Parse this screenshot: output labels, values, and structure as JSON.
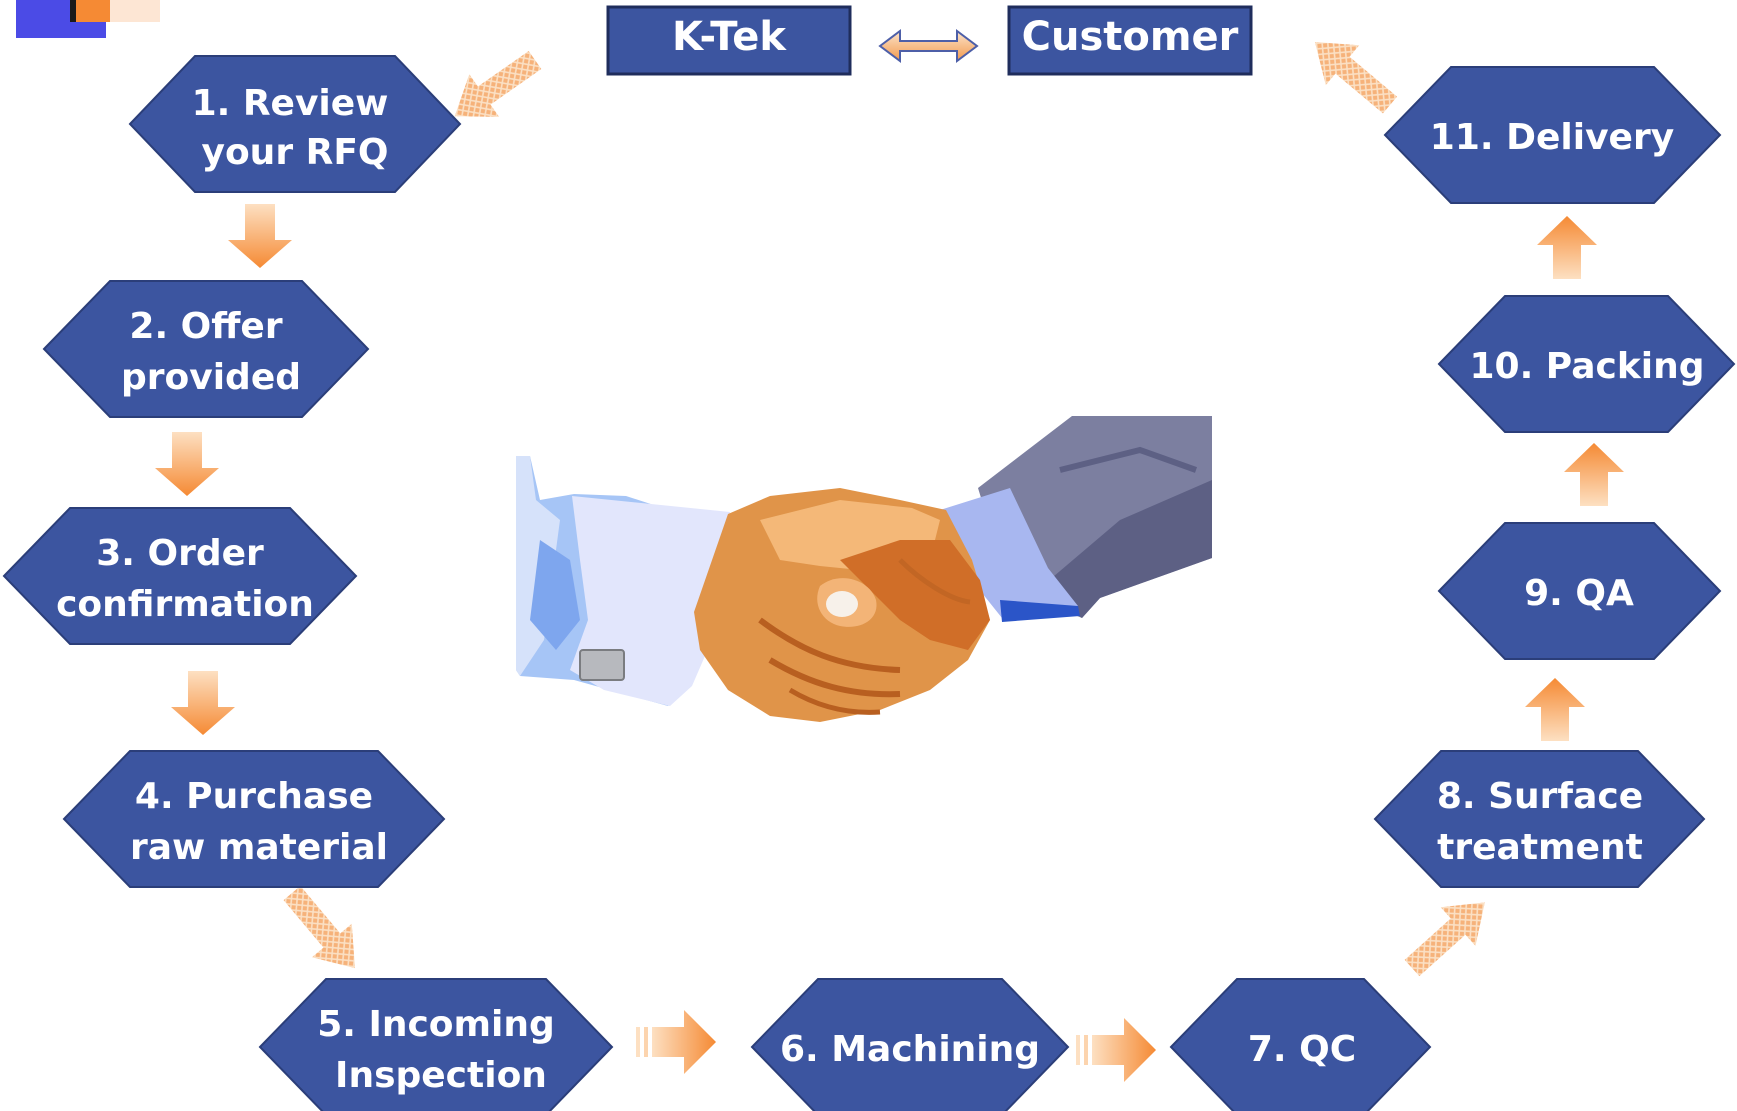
{
  "colors": {
    "node_fill": "#3C55A0",
    "node_stroke": "#2B3E79",
    "arrow_light": "#FCD7B2",
    "arrow_dark": "#F58A34",
    "background": "#FFFFFF"
  },
  "header": {
    "left_party": "K-Tek",
    "right_party": "Customer"
  },
  "steps": [
    {
      "line1": "1. Review",
      "line2": "your RFQ"
    },
    {
      "line1": "2. Offer",
      "line2": "provided"
    },
    {
      "line1": "3. Order",
      "line2": "confirmation"
    },
    {
      "line1": "4. Purchase",
      "line2": "raw material"
    },
    {
      "line1": "5. Incoming",
      "line2": "Inspection"
    },
    {
      "line1": "6. Machining"
    },
    {
      "line1": "7. QC"
    },
    {
      "line1": "8. Surface",
      "line2": "treatment"
    },
    {
      "line1": "9. QA"
    },
    {
      "line1": "10. Packing"
    },
    {
      "line1": "11. Delivery"
    }
  ],
  "center_image": "handshake-illustration"
}
